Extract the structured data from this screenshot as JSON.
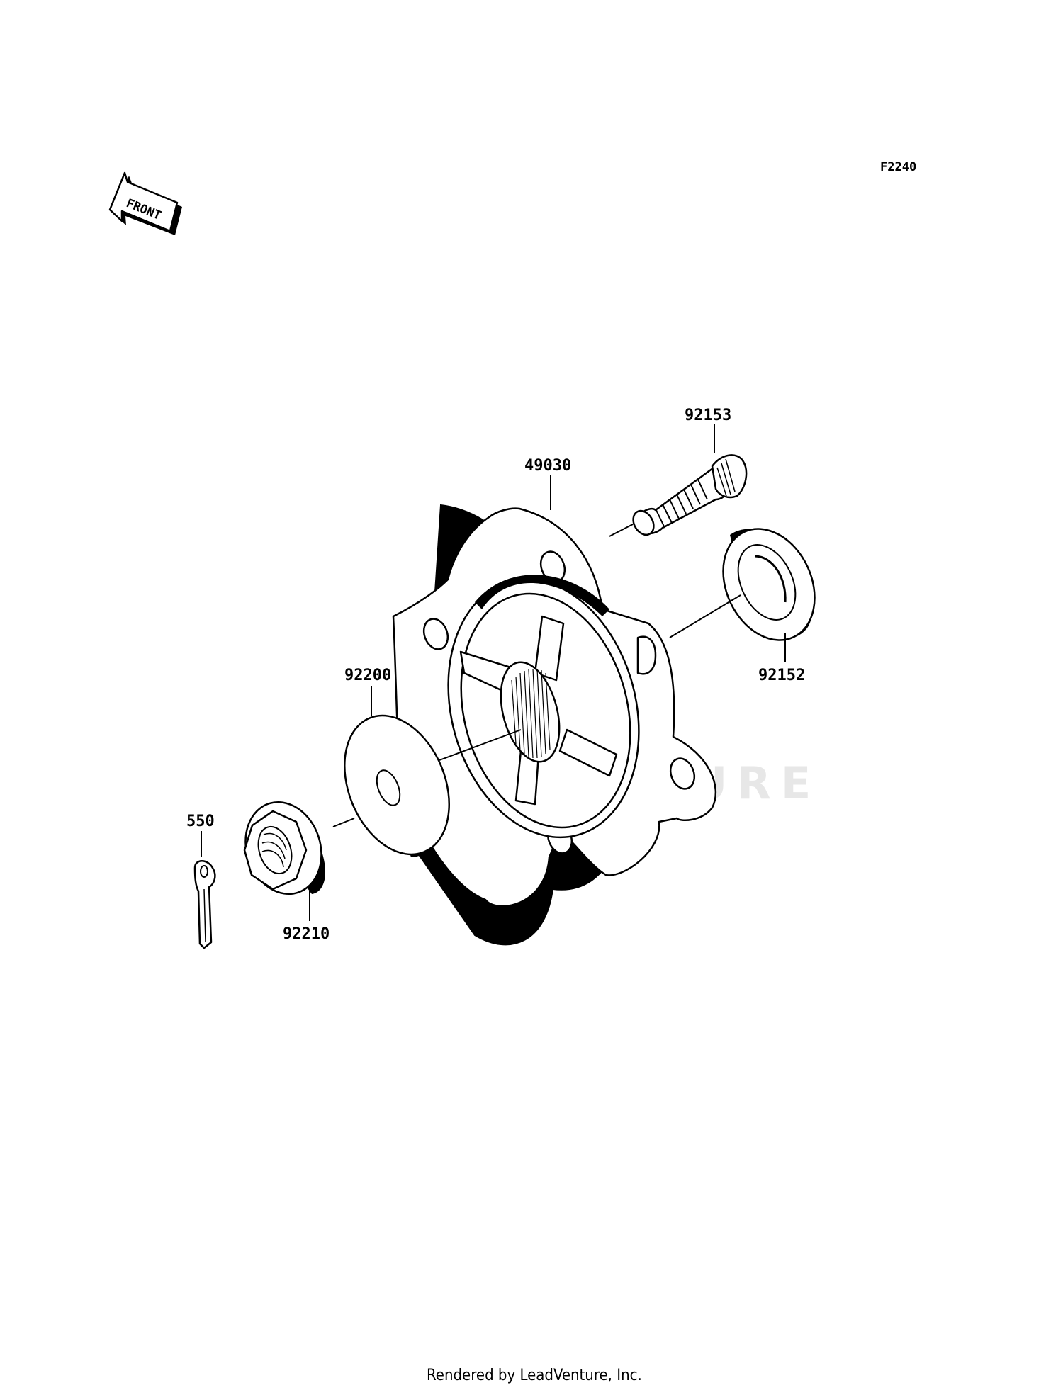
{
  "diagram_code": "F2240",
  "front_arrow": {
    "label": "FRONT"
  },
  "watermark": "LEADVENTURE",
  "footer": "Rendered by LeadVenture, Inc.",
  "parts": {
    "hub": "49030",
    "stud": "92153",
    "seal": "92152",
    "washer": "92200",
    "nut": "92210",
    "cotter_pin": "550"
  }
}
